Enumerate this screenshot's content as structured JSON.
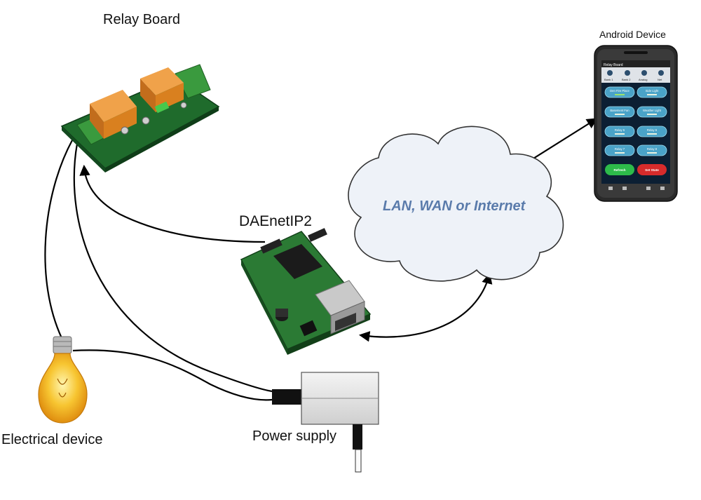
{
  "labels": {
    "relay_board": "Relay Board",
    "android_device": "Android Device",
    "daenetip2": "DAEnetIP2",
    "network_cloud": "LAN, WAN or Internet",
    "electrical_device": "Electrical device",
    "power_supply": "Power supply"
  },
  "phone_app": {
    "title": "Relay Board",
    "tabs": [
      "Bank 1",
      "Bank 2",
      "Analog",
      "Net"
    ],
    "relay_buttons": [
      "Den Fire Place",
      "Side Light",
      "Basement Fan",
      "Weather Light",
      "Relay 5",
      "Relay 6",
      "Relay 7",
      "Relay 8"
    ],
    "refresh_button": "Refresh",
    "set_state_button": "Set State"
  },
  "colors": {
    "pcb_green": "#1f6b2c",
    "relay_orange": "#e08a2a",
    "cloud_fill": "#eef2f8",
    "cloud_text": "#5a7bab",
    "phone_body": "#2a2a2a",
    "app_button_blue": "#4aa3c8",
    "refresh_green": "#2dbb4a",
    "set_state_red": "#d62b2b"
  }
}
